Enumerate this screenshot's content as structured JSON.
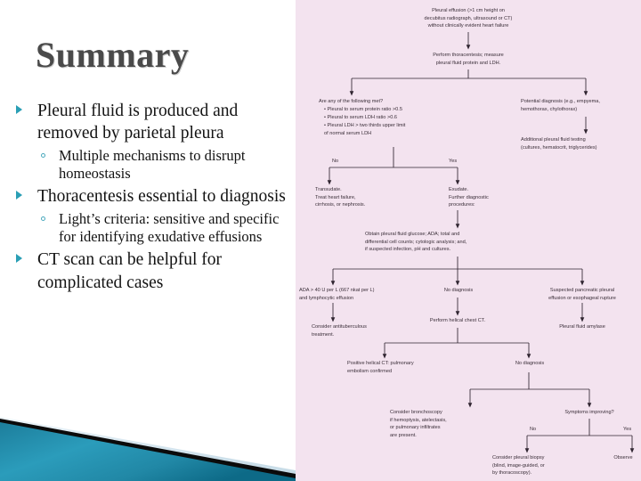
{
  "slide": {
    "title": "Summary",
    "title_color": "#4a4a4a",
    "accent_color": "#2a9fb5",
    "panel_bg": "#f3e3ef",
    "slide_bg": "#ffffff"
  },
  "bullets": [
    {
      "level": 1,
      "text": "Pleural fluid is produced and removed by parietal pleura"
    },
    {
      "level": 2,
      "text": "Multiple mechanisms to disrupt homeostasis"
    },
    {
      "level": 1,
      "text": "Thoracentesis essential to diagnosis"
    },
    {
      "level": 2,
      "text": "Light’s criteria: sensitive and specific for identifying exudative effusions"
    },
    {
      "level": 1,
      "text": "CT scan can be helpful for complicated cases"
    }
  ],
  "decoration": {
    "teal": "#2389a8",
    "teal_dark": "#14728f",
    "black_stripe": "#0a0a0a",
    "pale_band": "#dce9f0"
  },
  "flowchart": {
    "title_alt": "Diagnostic algorithm for pleural effusion",
    "nodes": {
      "n01": "Pleural effusion (>1 cm height on\ndecubitus radiograph, ultrasound or CT)\nwithout clinically evident heart failure",
      "n02": "Perform thoracentesis; measure\npleural fluid protein and LDH.",
      "n03_head": "Are any of the following met?",
      "n03_b1": "Pleural to serum protein ratio >0.5",
      "n03_b2": "Pleural to serum LDH ratio >0.6",
      "n03_b3": "Pleural LDH > two thirds upper limit\n   of normal serum LDH",
      "n04": "Potential diagnosis (e.g., empyema,\nhemothorax, chylothorax)",
      "n05": "Additional pleural fluid testing\n(cultures, hematocrit, triglycerides)",
      "n06": "Transudate.\nTreat heart failure,\ncirrhosis, or nephrosis.",
      "n07": "Exudate.\nFurther diagnostic\nprocedures:",
      "n08": "Obtain pleural fluid glucose; ADA; total and\ndifferential cell counts; cytologic analysis; and,\nif suspected infection, pH and cultures.",
      "n09": "ADA > 40 U per L (667 nkat per L)\nand lymphocytic effusion",
      "n10": "No diagnosis",
      "n11": "Suspected pancreatic pleural\neffusion or esophageal rupture",
      "n12": "Consider antituberculous\ntreatment.",
      "n13": "Perform helical chest CT.",
      "n14": "Pleural fluid amylase",
      "n15": "Positive helical CT: pulmonary\nembolism confirmed",
      "n16": "No diagnosis",
      "n17": "Consider bronchoscopy\nif hemoptysis, atelectasis,\nor pulmonary infiltrates\nare present.",
      "n18": "Symptoms improving?",
      "n19": "Consider pleural biopsy\n(blind, image-guided, or\nby thoracoscopy).",
      "n20": "Observe"
    },
    "edge_labels": {
      "e1_no": "No",
      "e1_yes": "Yes",
      "e2_no": "No",
      "e2_yes": "Yes"
    }
  }
}
